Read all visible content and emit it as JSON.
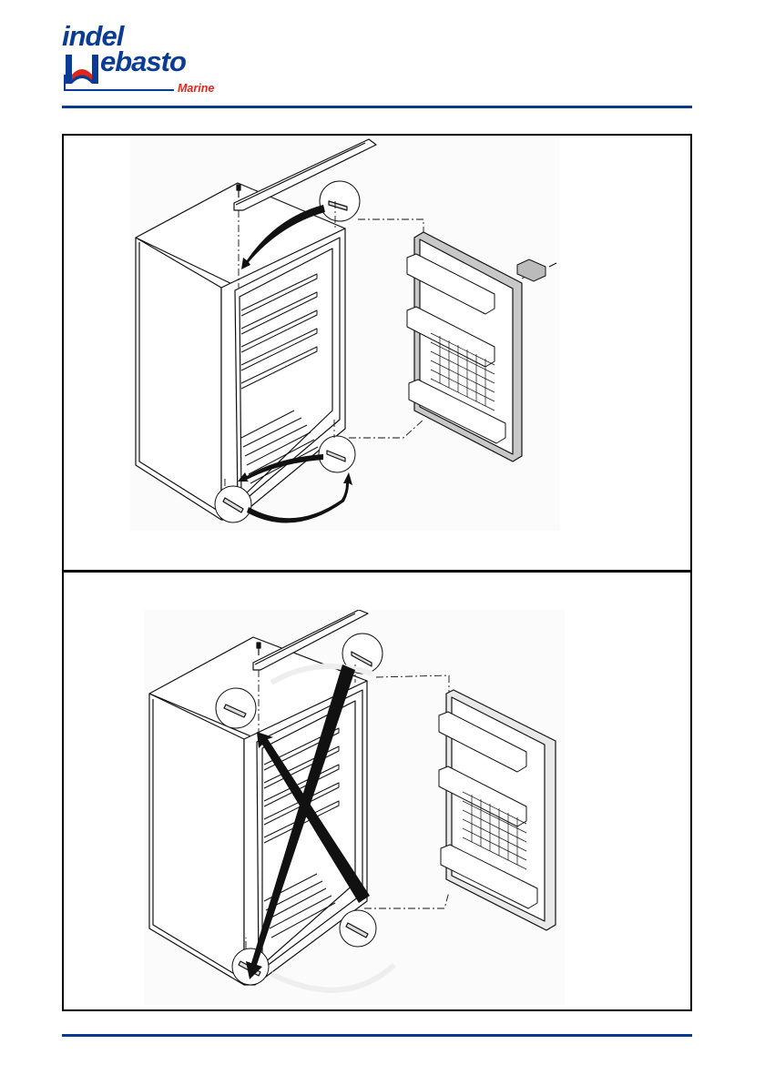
{
  "header": {
    "brand_line1": "indel",
    "brand_line2": "ebasto",
    "brand_sub": "Marine",
    "colors": {
      "brand_blue": "#0a3c96",
      "brand_red": "#e1251b",
      "rule": "#0a3a8f",
      "frame": "#000000"
    }
  },
  "figures": [
    {
      "id": "figure-1",
      "description": "Exploded view: refrigerator cabinet with door removed; hinges swapped top-right to top-left and bottom-right to bottom-left (curved arrows)",
      "parts": [
        "top-trim-strip",
        "top-hinge",
        "bottom-hinge",
        "door",
        "door-handle",
        "screws"
      ]
    },
    {
      "id": "figure-2",
      "description": "Exploded view: hinges relocated diagonally (crossed straight arrows) for door reversal",
      "parts": [
        "top-trim-strip",
        "top-hinge-left",
        "top-hinge-right",
        "bottom-hinge-left",
        "bottom-hinge-right",
        "door",
        "screws"
      ]
    }
  ]
}
